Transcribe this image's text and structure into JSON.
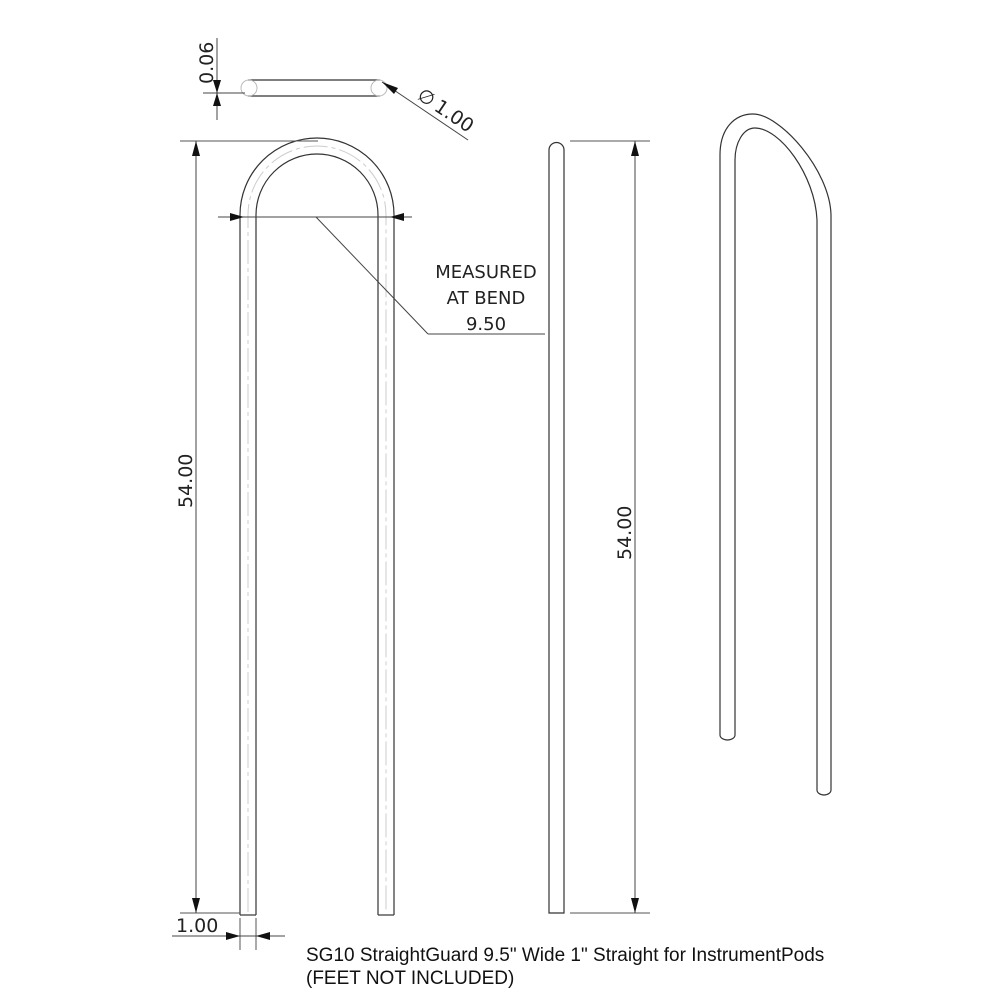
{
  "drawing": {
    "part_number": "SG10",
    "product_name": "StraightGuard",
    "caption_line1": "SG10 StraightGuard 9.5\" Wide 1\" Straight for InstrumentPods",
    "caption_line2": "(FEET NOT INCLUDED)",
    "views": [
      "top-view",
      "front-view",
      "side-view",
      "isometric-view"
    ]
  },
  "dimensions": {
    "thickness": "0.06",
    "tube_diameter": "1.00",
    "overall_height_front": "54.00",
    "overall_height_side": "54.00",
    "bend_width": "9.50",
    "leg_width": "1.00"
  },
  "notes": {
    "bend_note_line1": "MEASURED",
    "bend_note_line2": "AT BEND",
    "bend_note_value": "9.50"
  },
  "symbols": {
    "diameter": "∅"
  },
  "colors": {
    "line": "#333333",
    "center_line": "#bbbbbb",
    "text": "#222222",
    "background": "#ffffff"
  }
}
